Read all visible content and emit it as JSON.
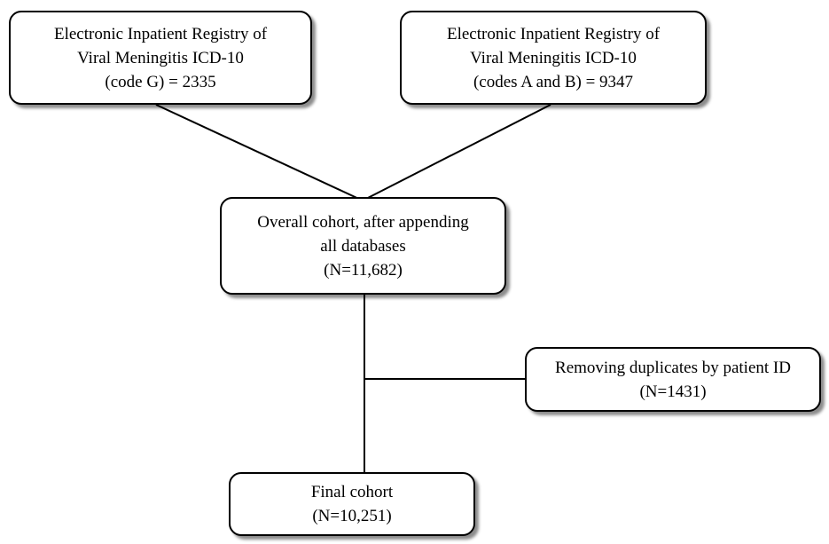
{
  "boxes": {
    "registry_g": {
      "line1": "Electronic Inpatient Registry of",
      "line2": "Viral Meningitis ICD-10",
      "line3": "(code G) = 2335"
    },
    "registry_ab": {
      "line1": "Electronic Inpatient Registry of",
      "line2": "Viral Meningitis ICD-10",
      "line3": "(codes A and B) = 9347"
    },
    "overall": {
      "line1": "Overall cohort, after appending",
      "line2": "all databases",
      "line3": "(N=11,682)"
    },
    "duplicates": {
      "line1": "Removing duplicates by patient ID",
      "line2": "(N=1431)"
    },
    "final": {
      "line1": "Final cohort",
      "line2": "(N=10,251)"
    }
  }
}
